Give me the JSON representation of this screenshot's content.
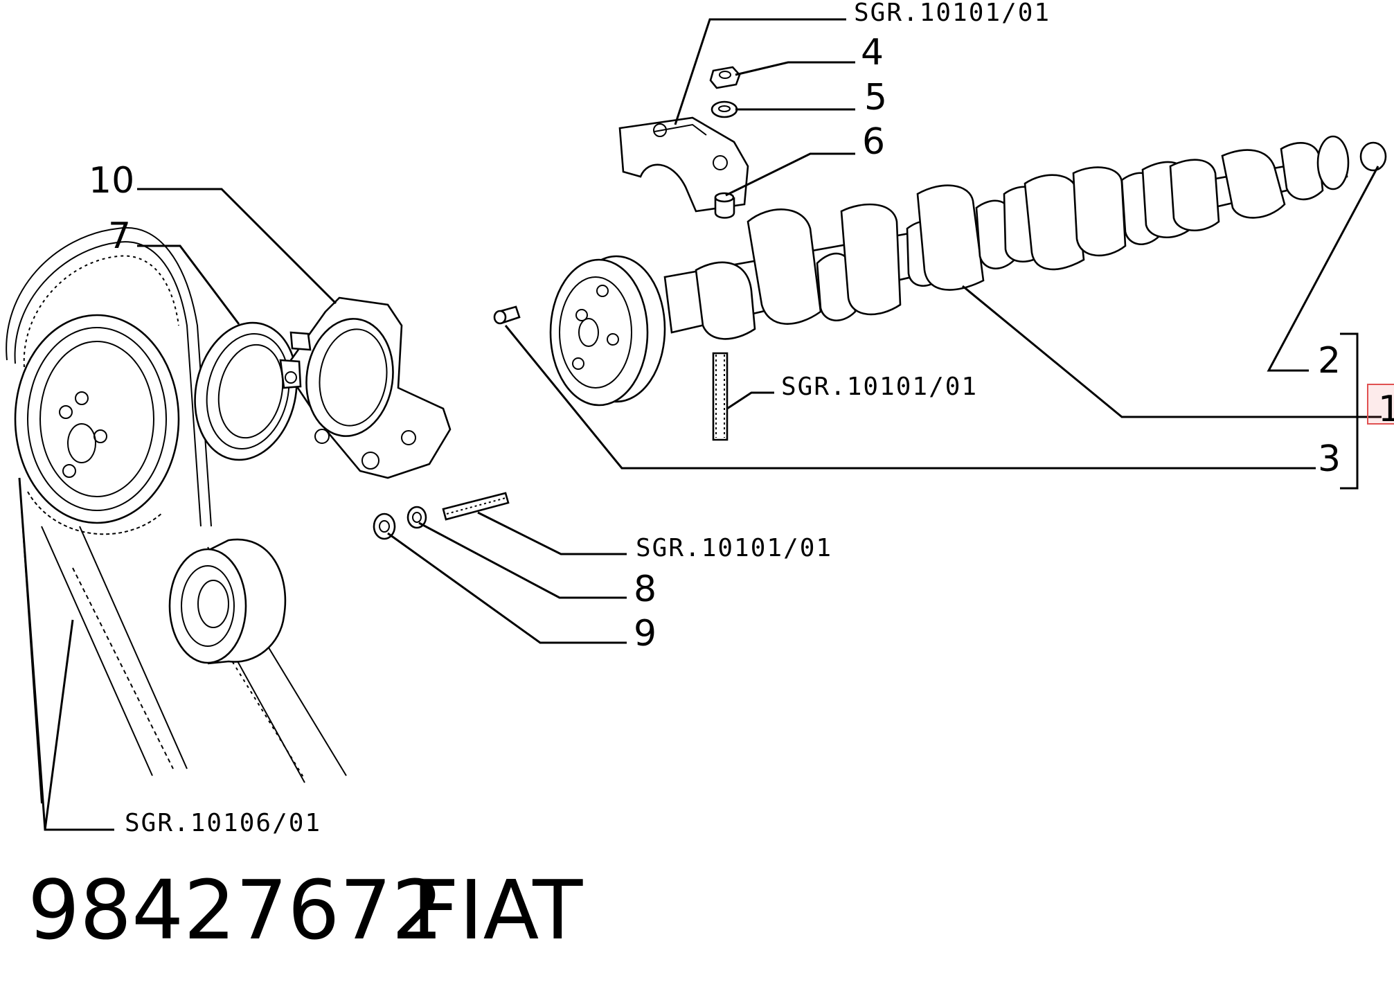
{
  "callouts": {
    "c1": "1",
    "c2": "2",
    "c3": "3",
    "c4": "4",
    "c5": "5",
    "c6": "6",
    "c7": "7",
    "c8": "8",
    "c9": "9",
    "c10": "10"
  },
  "references": {
    "top": "SGR.10101/01",
    "stud": "SGR.10101/01",
    "bolt": "SGR.10101/01",
    "belt": "SGR.10106/01"
  },
  "footer": {
    "part_number": "98427672",
    "brand": "FIAT"
  },
  "colors": {
    "ink": "#000000",
    "highlight": "#e05050"
  }
}
